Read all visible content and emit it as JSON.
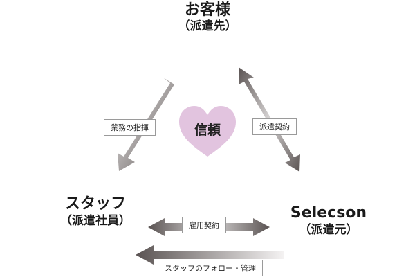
{
  "nodes": {
    "client": {
      "title": "お客様",
      "sub": "（派遣先）"
    },
    "staff": {
      "title": "スタッフ",
      "sub": "（派遣社員）"
    },
    "selecson": {
      "title": "Selecson",
      "sub": "（派遣元）"
    }
  },
  "center": {
    "label": "信頼",
    "color": "#e2c4df"
  },
  "labels": {
    "work_guidance": "業務の指揮",
    "dispatch_contract": "派遣契約",
    "employment_contract": "雇用契約",
    "staff_follow": "スタッフのフォロー・管理"
  },
  "colors": {
    "arrow_dark": "#5a5352",
    "arrow_light": "#e8e6e6"
  }
}
